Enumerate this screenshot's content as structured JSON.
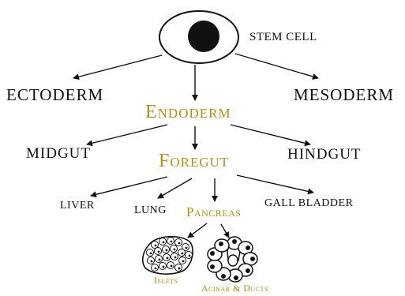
{
  "diagram": {
    "stem_cell": "STEM CELL",
    "ectoderm": "ECTODERM",
    "endoderm": "Endoderm",
    "mesoderm": "MESODERM",
    "midgut": "MIDGUT",
    "foregut": "Foregut",
    "hindgut": "HINDGUT",
    "liver": "LIVER",
    "lung": "LUNG",
    "pancreas": "Pancreas",
    "gall_bladder": "GALL BLADDER",
    "islets": "Islets",
    "acinar_ducts": "Acinar & Ducts"
  },
  "colors": {
    "accent": "#b8900f",
    "text": "#111111"
  }
}
